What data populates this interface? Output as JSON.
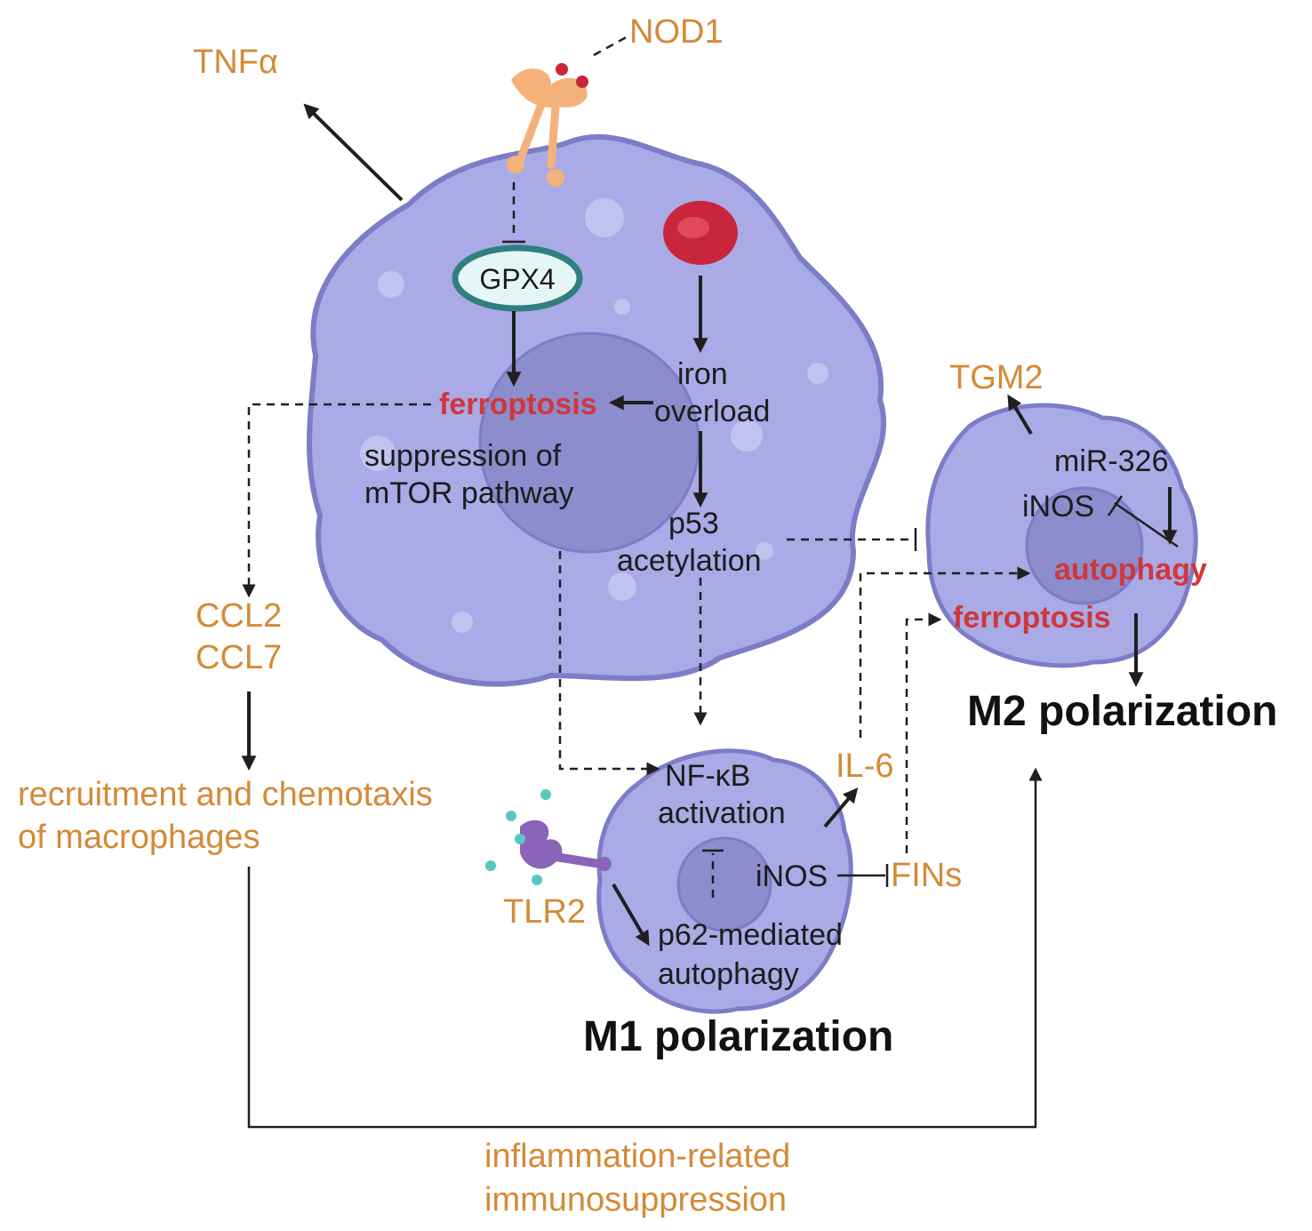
{
  "labels": {
    "tnfa": "TNFα",
    "nod1": "NOD1",
    "gpx4": "GPX4",
    "ferroptosis_main": "ferroptosis",
    "iron": "iron",
    "overload": "overload",
    "suppression_of": "suppression of",
    "mtor_pathway": "mTOR pathway",
    "p53": "p53",
    "acetylation": "acetylation",
    "ccl2": "CCL2",
    "ccl7": "CCL7",
    "recruitment_line1": "recruitment and chemotaxis",
    "recruitment_line2": "of macrophages",
    "tgm2": "TGM2",
    "mir326": "miR-326",
    "inos_m2": "iNOS",
    "autophagy_m2": "autophagy",
    "ferroptosis_m2": "ferroptosis",
    "m2_polarization": "M2 polarization",
    "nfkb": "NF-κB",
    "activation": "activation",
    "il6": "IL-6",
    "inos_m1": "iNOS",
    "fins": "FINs",
    "tlr2": "TLR2",
    "p62_line1": "p62-mediated",
    "p62_line2": "autophagy",
    "m1_polarization": "M1 polarization",
    "inflammation_line1": "inflammation-related",
    "inflammation_line2": "immunosuppression"
  },
  "colors": {
    "cell_fill": "#a9aae6",
    "cell_stroke": "#7b7dc6",
    "nucleus_fill": "#8d8ccc",
    "label_orange": "#d58a37",
    "label_red": "#d0373a",
    "receptor_orange": "#f4b27a",
    "receptor_purple": "#8a64b8",
    "erythrocyte_red": "#c9253b",
    "gpx4_ring": "#2f7f80",
    "ligand_teal": "#5cc7c2"
  },
  "icons": [
    "nod1-receptor-icon",
    "tlr2-receptor-icon",
    "red-blood-cell-icon",
    "gpx4-enzyme-icon"
  ]
}
